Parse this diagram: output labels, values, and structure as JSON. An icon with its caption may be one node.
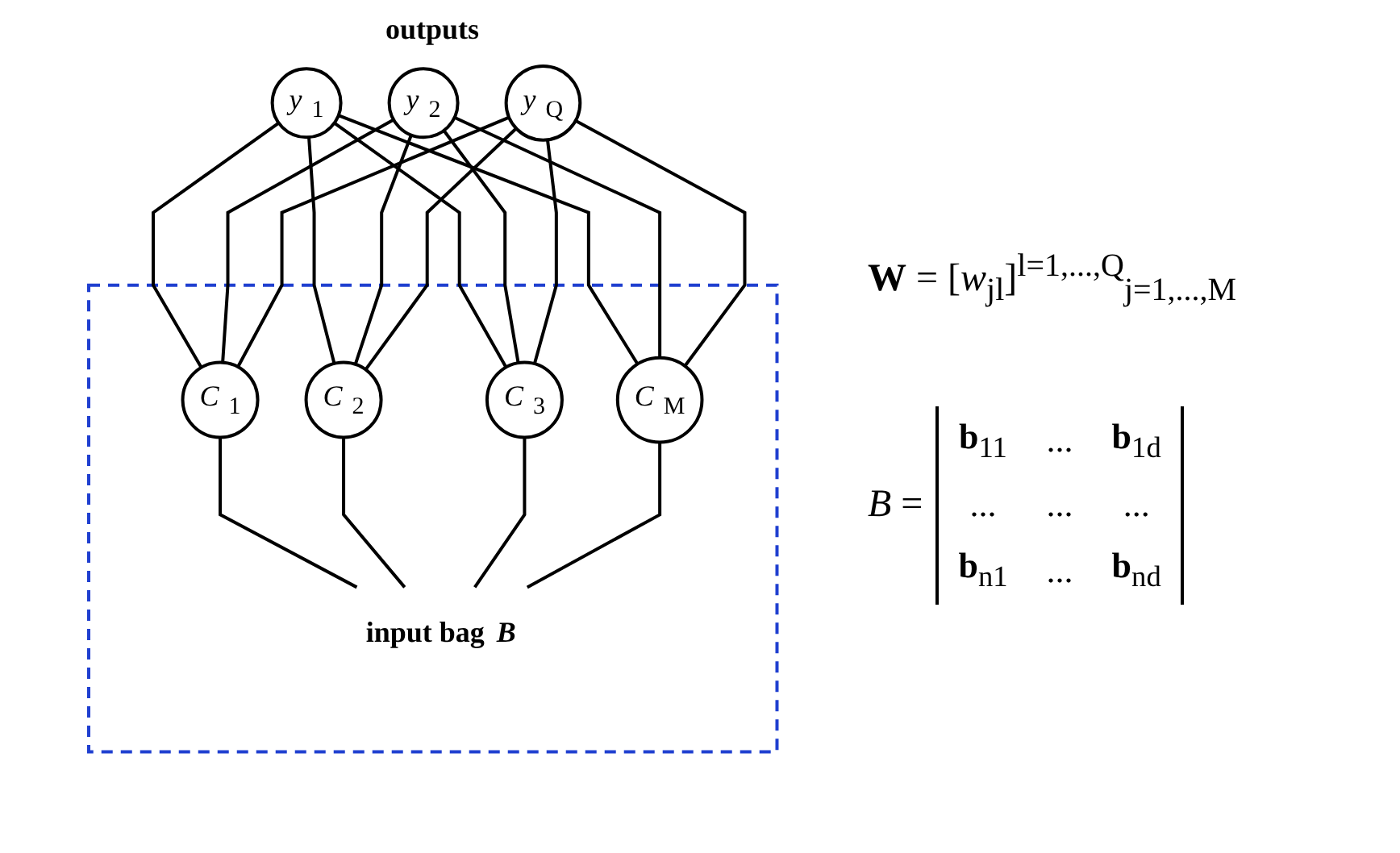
{
  "diagram": {
    "nodes": [
      {
        "text": [
          "*y*$_{1}$"
        ]
      },
      {
        "text": [
          "*y*$_{2}$"
        ]
      },
      {
        "text": [
          "*y*$_{Q}$"
        ]
      },
      {
        "text": [],
        "shape": "box"
      },
      {
        "text": [
          "*C*$_{1}$"
        ],
        "in": 3
      },
      {
        "text": [
          "*C*$_{2}$"
        ],
        "in": 3
      },
      {
        "text": [
          "*C*$_{3}$"
        ],
        "in": 3
      },
      {
        "text": [
          "*C*$_{M}$"
        ],
        "in": 3
      },
      {
        "text": [
          "input bag *B*"
        ],
        "in": 3
      }
    ],
    "edges": [
      {
        "from": 0,
        "to": 4,
        "arrow": "none"
      },
      {
        "from": 0,
        "to": 5,
        "arrow": "none"
      },
      {
        "from": 0,
        "to": 6,
        "arrow": "none"
      },
      {
        "from": 0,
        "to": 7,
        "arrow": "none"
      },
      {
        "from": 1,
        "to": 4,
        "arrow": "none"
      },
      {
        "from": 1,
        "to": 5,
        "arrow": "none"
      },
      {
        "from": 1,
        "to": 6,
        "arrow": "none"
      },
      {
        "from": 1,
        "to": 7,
        "arrow": "none"
      },
      {
        "from": 2,
        "to": 4,
        "arrow": "none"
      },
      {
        "from": 2,
        "to": 5,
        "arrow": "none"
      },
      {
        "from": 2,
        "to": 6,
        "arrow": "none"
      },
      {
        "from": 2,
        "to": 7,
        "arrow": "none"
      },
      {
        "from": 4,
        "to": 8,
        "arrow": "none"
      },
      {
        "from": 5,
        "to": 8,
        "arrow": "none"
      },
      {
        "from": 6,
        "to": 8,
        "arrow": "none"
      },
      {
        "from": 7,
        "to": 8,
        "arrow": "none"
      }
    ],
    "labels": [
      "outputs",
      "**W** = [*w*$_{jl}$]$^{l=1,...,Q}$$_{j=1,...,M}$",
      "*B* =",
      "**b**$_{11}$",
      "...",
      "**b**$_{1d}$",
      "...",
      "...",
      "...",
      "**b**$_{n1}$",
      "...",
      "**b**$_{nd}$"
    ]
  }
}
